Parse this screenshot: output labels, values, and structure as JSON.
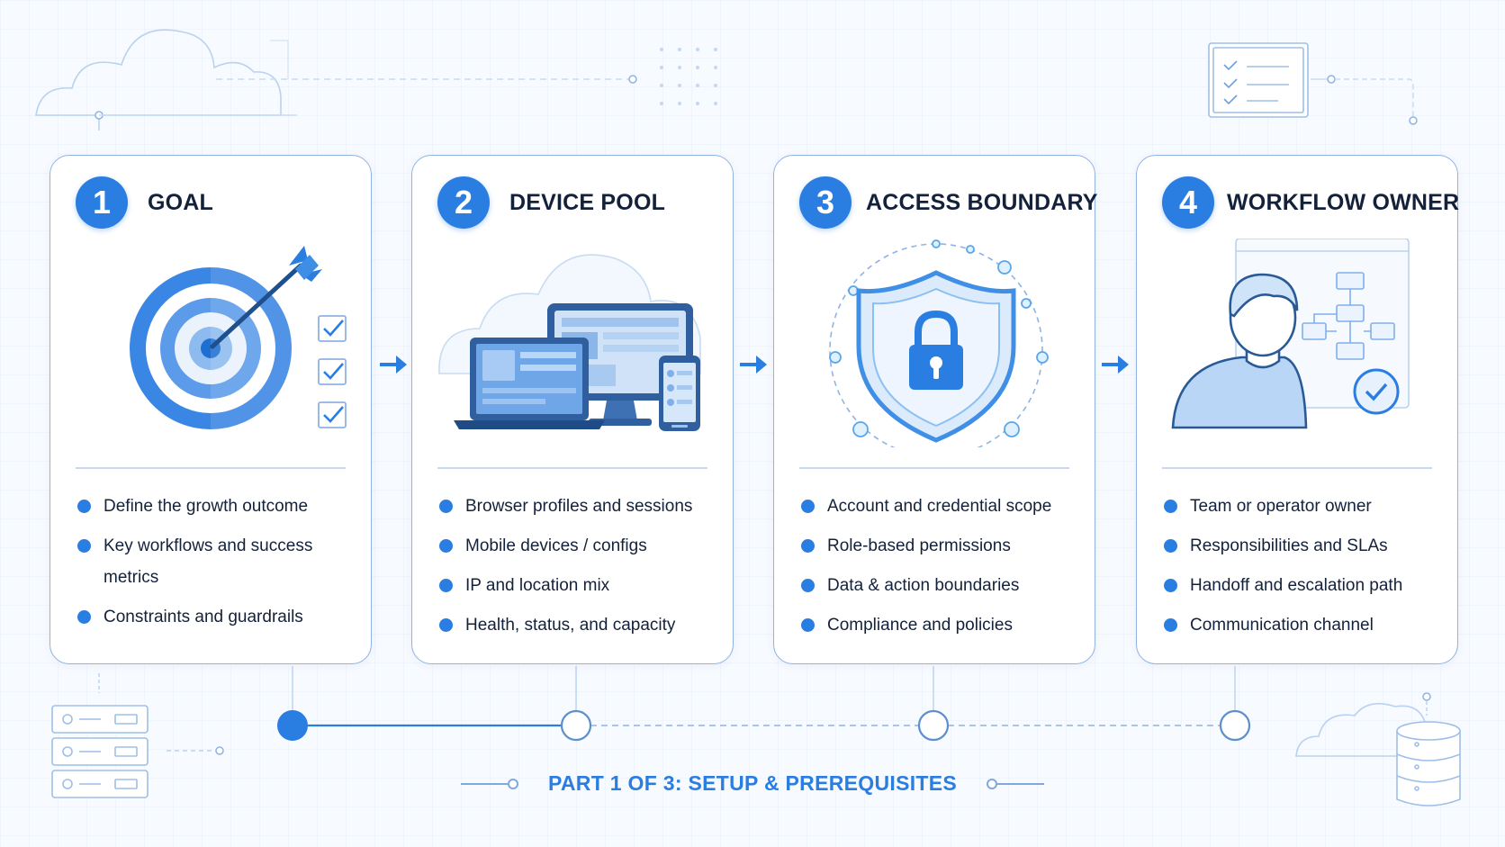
{
  "steps": [
    {
      "number": "1",
      "title": "GOAL",
      "icon": "target-icon",
      "items": [
        "Define the growth outcome",
        "Key workflows and success metrics",
        "Constraints and guardrails"
      ]
    },
    {
      "number": "2",
      "title": "DEVICE POOL",
      "icon": "devices-icon",
      "items": [
        "Browser profiles and sessions",
        "Mobile devices / configs",
        "IP and location mix",
        "Health, status, and capacity"
      ]
    },
    {
      "number": "3",
      "title": "ACCESS BOUNDARY",
      "icon": "shield-lock-icon",
      "items": [
        "Account and credential scope",
        "Role-based permissions",
        "Data & action boundaries",
        "Compliance and policies"
      ]
    },
    {
      "number": "4",
      "title": "WORKFLOW OWNER",
      "icon": "person-workflow-icon",
      "items": [
        "Team or operator owner",
        "Responsibilities and SLAs",
        "Handoff and escalation path",
        "Communication channel"
      ]
    }
  ],
  "progress": {
    "current_step": 1,
    "total_steps": 4
  },
  "footer": {
    "label": "PART 1 OF 3: SETUP & PREREQUISITES"
  },
  "colors": {
    "accent": "#2a7de1",
    "border": "#8fb3e3",
    "text": "#14213a",
    "background": "#f7fafe"
  }
}
